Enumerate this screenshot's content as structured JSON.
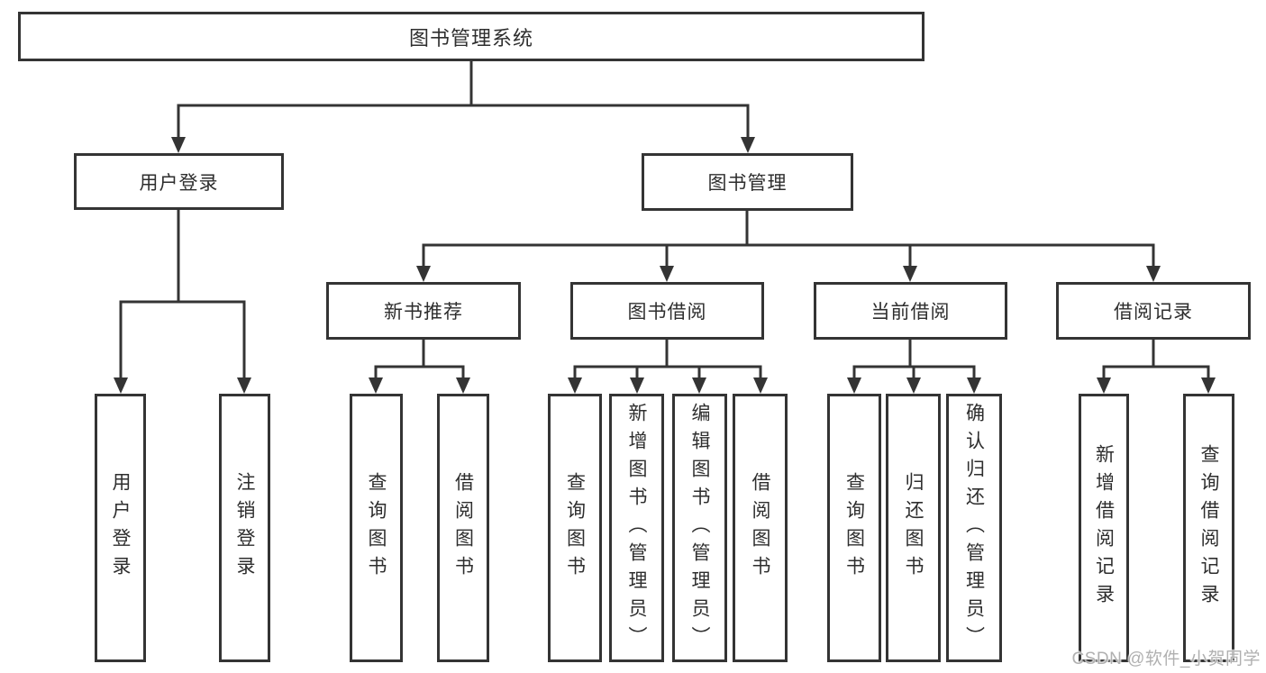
{
  "title": "图书管理系统",
  "tree": {
    "root": {
      "label": "图书管理系统",
      "children": [
        {
          "label": "用户登录",
          "children": [
            {
              "label": "用户登录"
            },
            {
              "label": "注销登录"
            }
          ]
        },
        {
          "label": "图书管理",
          "children": [
            {
              "label": "新书推荐",
              "children": [
                {
                  "label": "查询图书"
                },
                {
                  "label": "借阅图书"
                }
              ]
            },
            {
              "label": "图书借阅",
              "children": [
                {
                  "label": "查询图书"
                },
                {
                  "label": "新增图书（管理员）"
                },
                {
                  "label": "编辑图书（管理员）"
                },
                {
                  "label": "借阅图书"
                }
              ]
            },
            {
              "label": "当前借阅",
              "children": [
                {
                  "label": "查询图书"
                },
                {
                  "label": "归还图书"
                },
                {
                  "label": "确认归还（管理员）"
                }
              ]
            },
            {
              "label": "借阅记录",
              "children": [
                {
                  "label": "新增借阅记录"
                },
                {
                  "label": "查询借阅记录"
                }
              ]
            }
          ]
        }
      ]
    }
  },
  "watermark": {
    "text": "CSDN @软件_小贺同学"
  },
  "colors": {
    "line": "#343434",
    "box_border": "#343434",
    "text": "#2e2e2e",
    "watermark": "#b0b0b0",
    "background": "#ffffff"
  }
}
